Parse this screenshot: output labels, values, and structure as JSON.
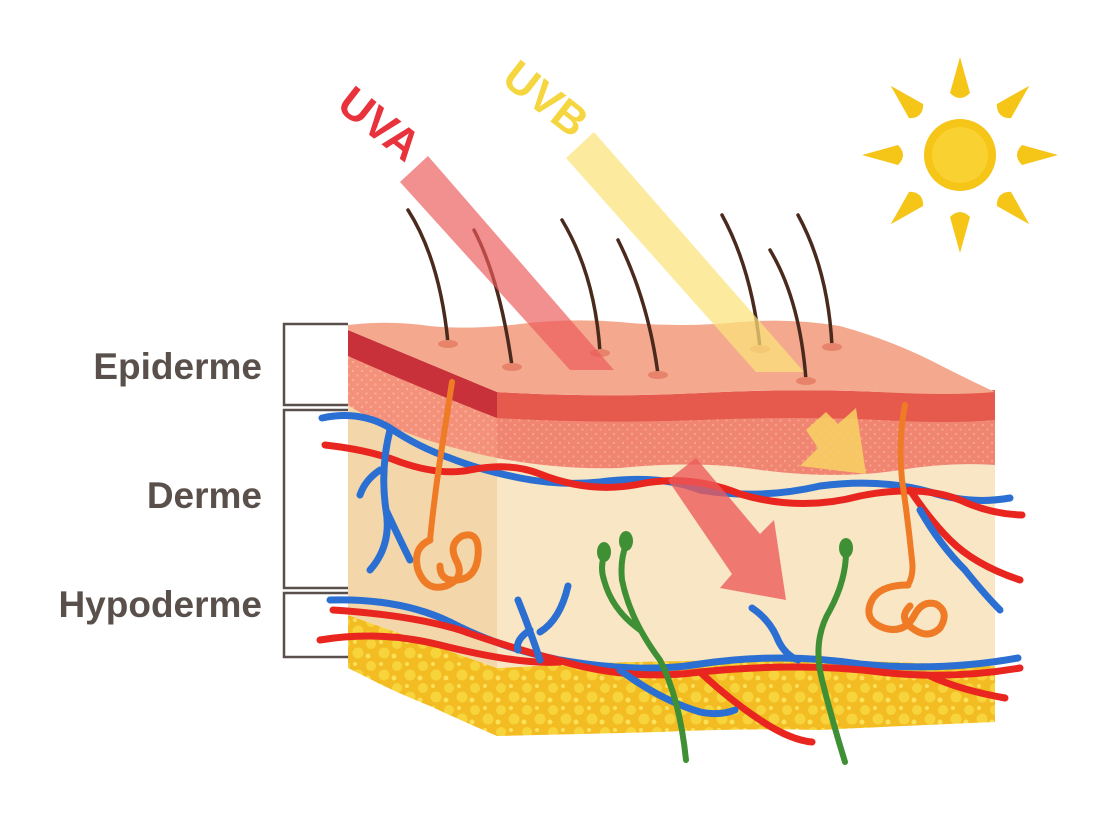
{
  "layers": {
    "epiderme": "Epiderme",
    "derme": "Derme",
    "hypoderme": "Hypoderme"
  },
  "rays": {
    "uva": "UVA",
    "uvb": "UVB"
  },
  "colors": {
    "uva": "#e8323c",
    "uvb": "#f5d640",
    "uva_beam": "#ef6b6b",
    "uvb_beam": "#fbe98a",
    "epidermis_top": "#f4a98e",
    "epidermis_band": "#e85a4f",
    "dermis": "#f8e6c4",
    "fat": "#f4c430",
    "vein": "#2a6fd1",
    "artery": "#e8261f",
    "nerve": "#3f8f35",
    "gland": "#f07b26",
    "hair": "#4a2a1c",
    "sun": "#f5c518",
    "label_text": "#5a504b"
  },
  "icons": {
    "sun": "sun-icon"
  }
}
